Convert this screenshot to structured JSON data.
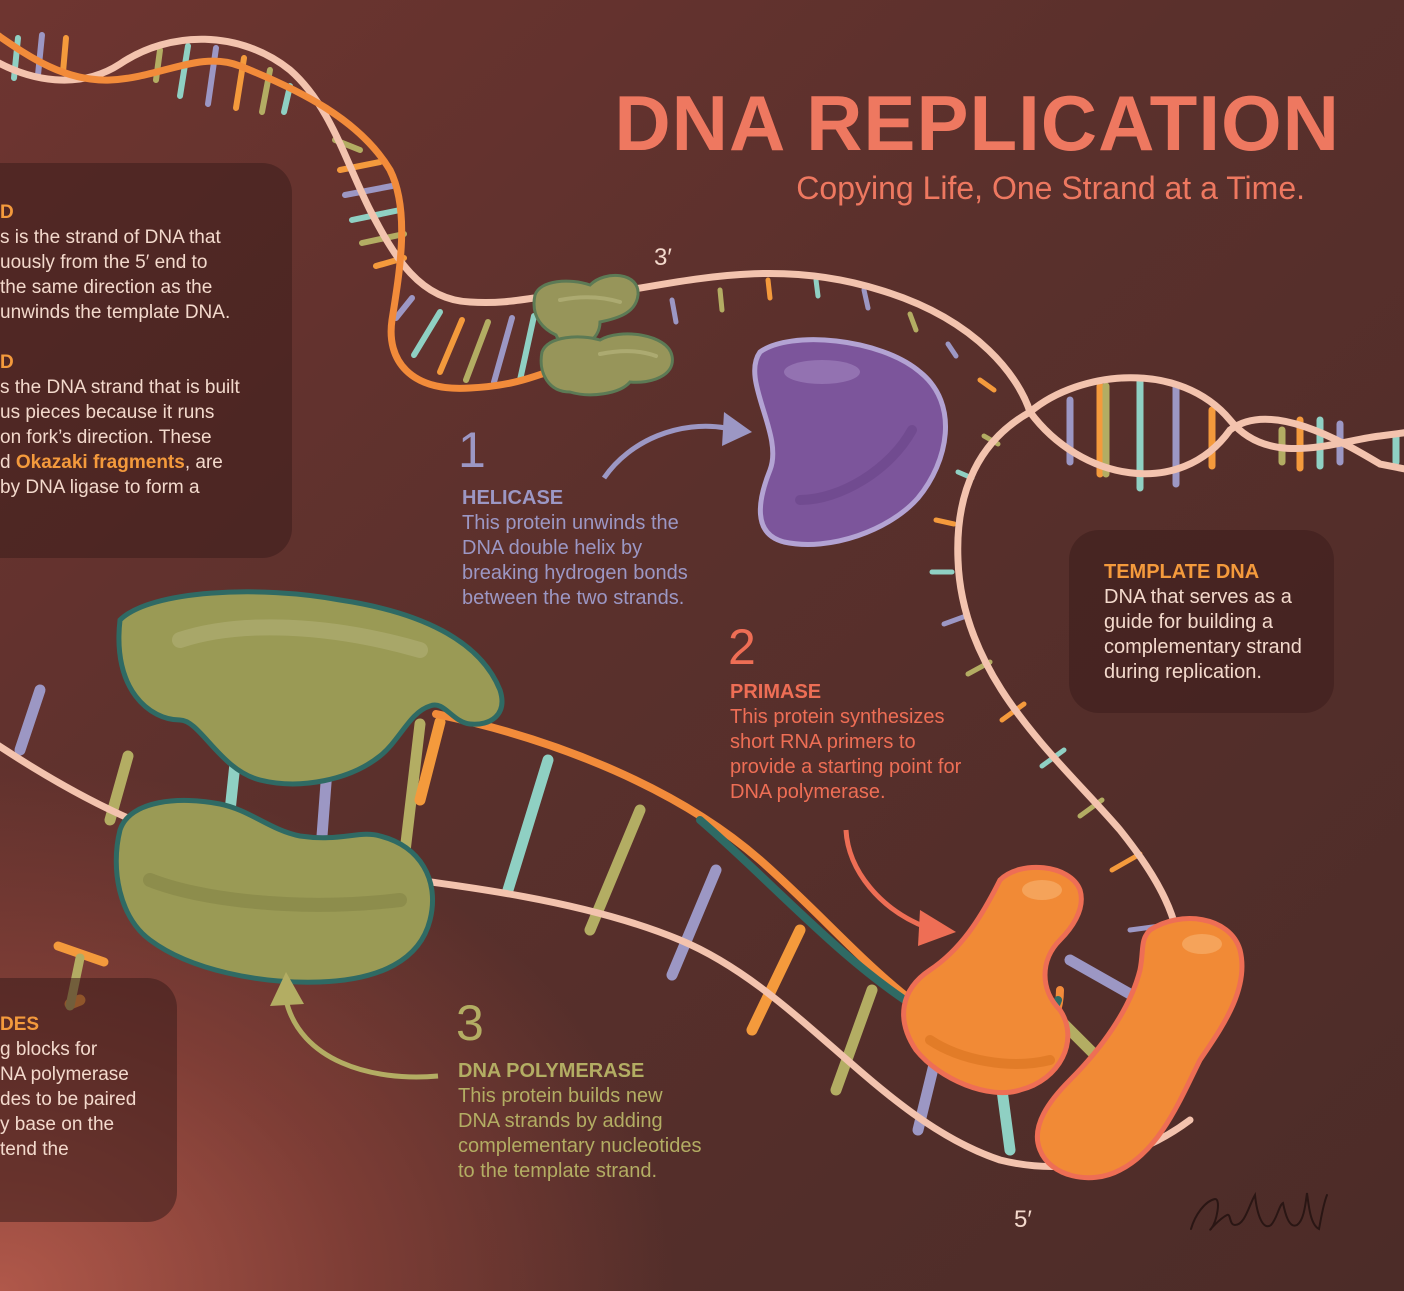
{
  "title": "DNA REPLICATION",
  "subtitle": "Copying Life, One Strand at a Time.",
  "strand_ends": {
    "three_prime": "3′",
    "five_prime": "5′"
  },
  "leading_strand": {
    "heading": "D",
    "lines": [
      "s is the strand of DNA that",
      "uously from the 5′ end to",
      "the same direction as the",
      "unwinds the template DNA."
    ]
  },
  "lagging_strand": {
    "heading": "D",
    "lines": [
      "s the DNA strand that is built",
      "us pieces because it runs",
      "on fork’s direction. These",
      "d ",
      "by DNA ligase to form a"
    ],
    "highlight": "Okazaki fragments",
    "after_highlight": ", are"
  },
  "nucleotides": {
    "heading": "DES",
    "lines": [
      "g blocks for",
      "NA polymerase",
      "des to be paired",
      "y base on the",
      "tend the"
    ]
  },
  "steps": [
    {
      "number": "1",
      "name": "HELICASE",
      "lines": [
        "This protein unwinds the",
        "DNA double helix by",
        "breaking hydrogen bonds",
        "between the two strands."
      ],
      "color": "#9c97c4"
    },
    {
      "number": "2",
      "name": "PRIMASE",
      "lines": [
        "This protein synthesizes",
        "short RNA primers to",
        "provide a starting point for",
        "DNA polymerase."
      ],
      "color": "#ee6e55"
    },
    {
      "number": "3",
      "name": "DNA POLYMERASE",
      "lines": [
        "This protein builds new",
        "DNA strands by adding",
        "complementary nucleotides",
        "to the template strand."
      ],
      "color": "#b3ad63"
    }
  ],
  "template_dna": {
    "name": "TEMPLATE DNA",
    "lines": [
      "DNA that serves as a",
      "guide for building a",
      "complementary strand",
      "during replication."
    ]
  },
  "colors": {
    "title": "#ee7860",
    "accent_orange": "#f49a3c",
    "strand_pink": "#f3c3ae",
    "helicase_green": "#97955a",
    "primase_purple": "#7c559b",
    "primase_orange": "#f18a36",
    "polymerase_green": "#9a9a55"
  }
}
